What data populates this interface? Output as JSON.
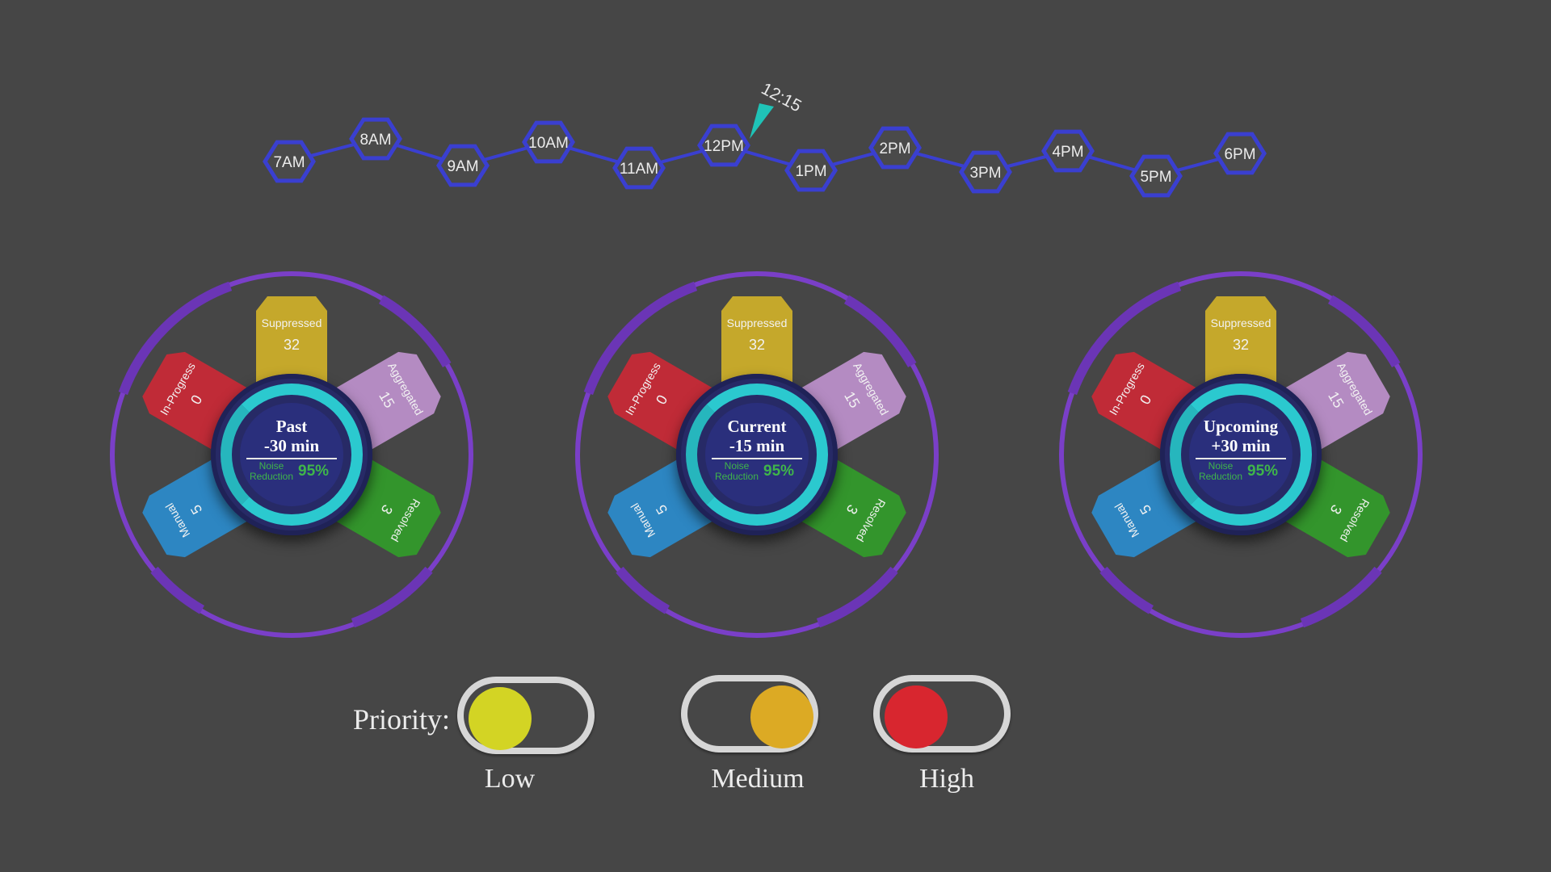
{
  "timeline": {
    "hours": [
      "7AM",
      "8AM",
      "9AM",
      "10AM",
      "11AM",
      "12PM",
      "1PM",
      "2PM",
      "3PM",
      "4PM",
      "5PM",
      "6PM"
    ],
    "current_time": "12:15"
  },
  "dials": [
    {
      "title": "Past",
      "offset": "-30 min",
      "noise_label_1": "Noise",
      "noise_label_2": "Reduction",
      "noise_value": "95%"
    },
    {
      "title": "Current",
      "offset": "-15 min",
      "noise_label_1": "Noise",
      "noise_label_2": "Reduction",
      "noise_value": "95%"
    },
    {
      "title": "Upcoming",
      "offset": "+30 min",
      "noise_label_1": "Noise",
      "noise_label_2": "Reduction",
      "noise_value": "95%"
    }
  ],
  "segments": [
    {
      "label": "Suppressed",
      "count": "32",
      "color": "#c5a82b"
    },
    {
      "label": "Aggregated",
      "count": "15",
      "color": "#b48bc2"
    },
    {
      "label": "Resolved",
      "count": "3",
      "color": "#33952c"
    },
    {
      "label": "Manual",
      "count": "5",
      "color": "#2d86c2"
    },
    {
      "label": "In-Progress",
      "count": "0",
      "color": "#c02b37"
    }
  ],
  "priority": {
    "label": "Priority:",
    "options": [
      {
        "label": "Low",
        "color": "#d3d424"
      },
      {
        "label": "Medium",
        "color": "#dcaa24"
      },
      {
        "label": "High",
        "color": "#d8262f"
      }
    ]
  },
  "colors": {
    "background": "#464646",
    "timeline_line": "#3a3fd0",
    "ring": "#7a3fc8",
    "core_ring": "#2bc9cf",
    "pointer": "#1fc3b7"
  }
}
